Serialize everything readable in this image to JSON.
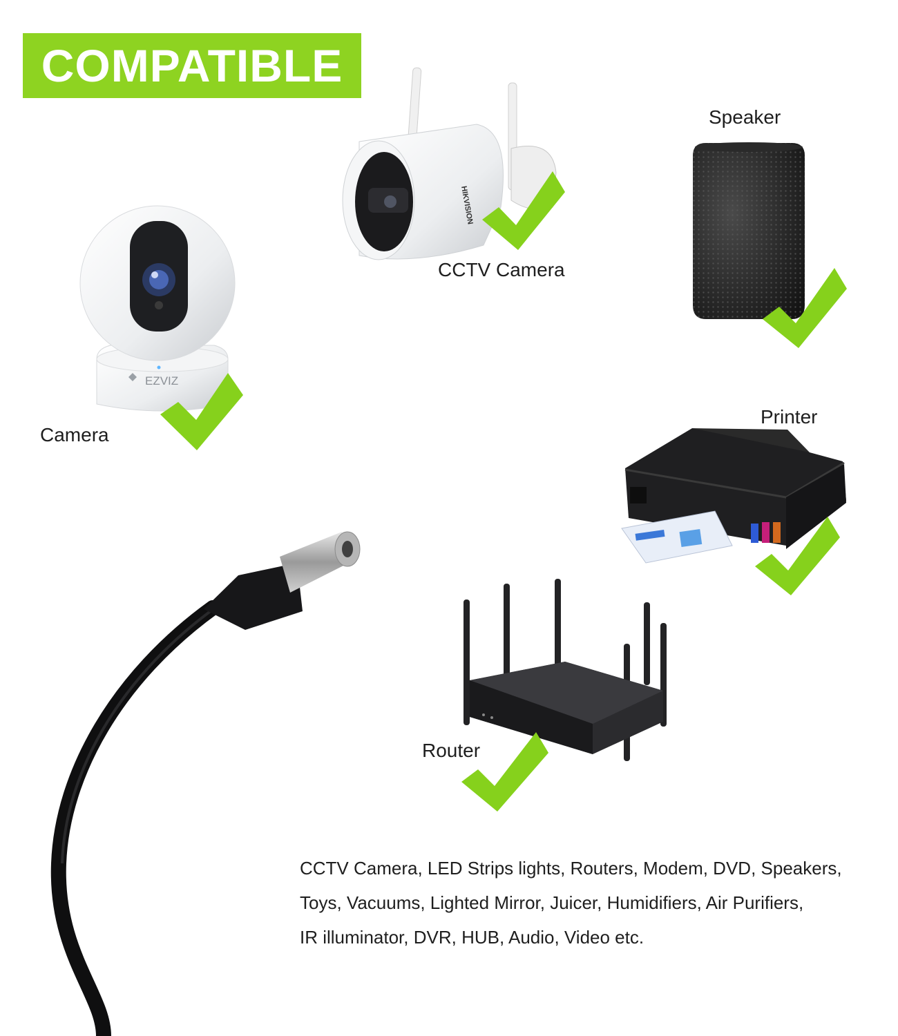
{
  "badge": {
    "text": "COMPATIBLE"
  },
  "colors": {
    "accent": "#8ed321",
    "check": "#86d11c",
    "dark": "#1c1c1c"
  },
  "devices": {
    "camera": {
      "label": "Camera",
      "brand": "EZVIZ",
      "icon": "pan-tilt-camera-icon"
    },
    "cctv": {
      "label": "CCTV Camera",
      "brand": "HIKVISION",
      "icon": "bullet-camera-icon"
    },
    "speaker": {
      "label": "Speaker",
      "icon": "speaker-icon"
    },
    "printer": {
      "label": "Printer",
      "icon": "printer-icon"
    },
    "router": {
      "label": "Router",
      "icon": "router-icon"
    }
  },
  "description": {
    "lines": [
      "CCTV Camera, LED Strips lights, Routers, Modem, DVD, Speakers,",
      "Toys, Vacuums, Lighted Mirror, Juicer, Humidifiers, Air Purifiers,",
      "IR illuminator, DVR, HUB, Audio, Video etc."
    ]
  },
  "cable": {
    "icon": "dc-plug-cable-icon"
  }
}
